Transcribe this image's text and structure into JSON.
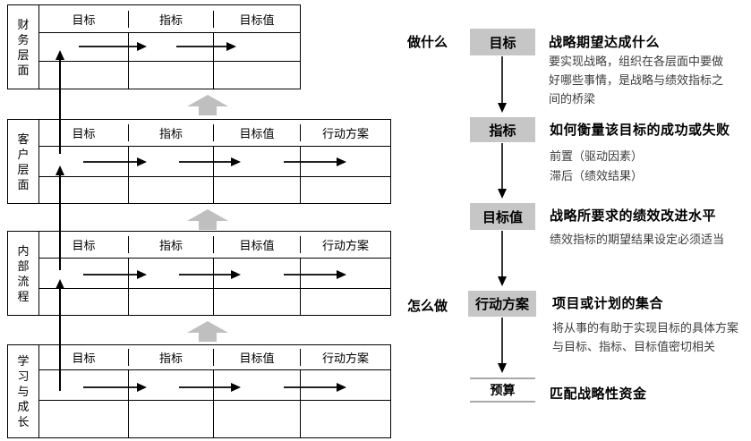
{
  "diagram": {
    "type": "balanced-scorecard-strategy-map",
    "left_panel": {
      "layers": [
        {
          "name": "财务层面",
          "columns": [
            "目标",
            "指标",
            "目标值"
          ]
        },
        {
          "name": "客户层面",
          "columns": [
            "目标",
            "指标",
            "目标值",
            "行动方案"
          ]
        },
        {
          "name": "内部流程",
          "columns": [
            "目标",
            "指标",
            "目标值",
            "行动方案"
          ]
        },
        {
          "name": "学习与成长",
          "columns": [
            "目标",
            "指标",
            "目标值",
            "行动方案"
          ]
        }
      ]
    },
    "right_panel": {
      "side_labels": [
        {
          "text": "做什么"
        },
        {
          "text": "怎么做"
        }
      ],
      "steps": [
        {
          "label": "目标",
          "title": "战略期望达成什么",
          "description": "要实现战略，组织在各层面中要做好哪些事情，是战略与绩效指标之间的桥梁"
        },
        {
          "label": "指标",
          "title": "如何衡量该目标的成功或失败",
          "description_lines": [
            "前置（驱动因素）",
            "滞后（绩效结果）"
          ]
        },
        {
          "label": "目标值",
          "title": "战略所要求的绩效改进水平",
          "description": "绩效指标的期望结果设定必须适当"
        },
        {
          "label": "行动方案",
          "title": "项目或计划的集合",
          "description": "将从事的有助于实现目标的具体方案与目标、指标、目标值密切相关"
        },
        {
          "label": "预算",
          "title": "匹配战略性资金"
        }
      ]
    },
    "colors": {
      "step_box_gray": "#c6c6c6",
      "block_arrow_gray": "#bfbfbf",
      "budget_line_gray": "#a9a9a9",
      "description_text": "#3d3d3d",
      "line_black": "#000000"
    }
  }
}
